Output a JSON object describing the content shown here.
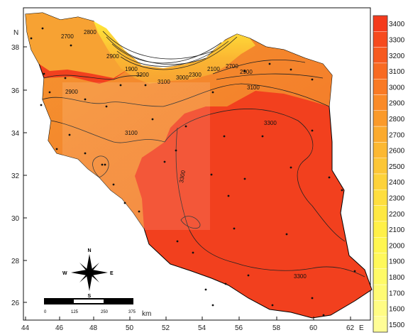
{
  "map": {
    "axis_x": {
      "ticks": [
        "44",
        "46",
        "48",
        "50",
        "52",
        "54",
        "56",
        "58",
        "60",
        "62"
      ],
      "letter": "E"
    },
    "axis_y": {
      "ticks": [
        "38",
        "36",
        "34",
        "32",
        "30",
        "28",
        "26"
      ],
      "letter": "N"
    },
    "contour_labels": [
      "2700",
      "2800",
      "2900",
      "2900",
      "3100",
      "3000",
      "3100",
      "2900",
      "2700",
      "3200",
      "3100",
      "3300",
      "3300",
      "3300",
      "2300",
      "2100",
      "1900"
    ],
    "legend": {
      "values": [
        "3400",
        "3300",
        "3200",
        "3100",
        "3000",
        "2900",
        "2800",
        "2700",
        "2600",
        "2500",
        "2400",
        "2300",
        "2200",
        "2100",
        "2000",
        "1900",
        "1800",
        "1700",
        "1600",
        "1500"
      ],
      "colors": [
        "#f43a1c",
        "#f64a1e",
        "#f75a20",
        "#f86a22",
        "#f97a25",
        "#fa8a28",
        "#fb9a2a",
        "#fbaa2e",
        "#fcb832",
        "#fcc636",
        "#fdd23a",
        "#fede3e",
        "#fee842",
        "#fff048",
        "#fff650",
        "#fff85a",
        "#fffa66",
        "#fffb74",
        "#fffc84",
        "#fffd96"
      ]
    },
    "compass": {
      "n": "N",
      "s": "S",
      "e": "E",
      "w": "W"
    },
    "scale_bar": {
      "ticks": [
        "0",
        "125",
        "250",
        "375"
      ],
      "unit": "km"
    },
    "colors": {
      "dry_high": "#f2401e",
      "mid": "#f77a2a",
      "north": "#f7a233",
      "caspian": "#fde53c"
    }
  }
}
